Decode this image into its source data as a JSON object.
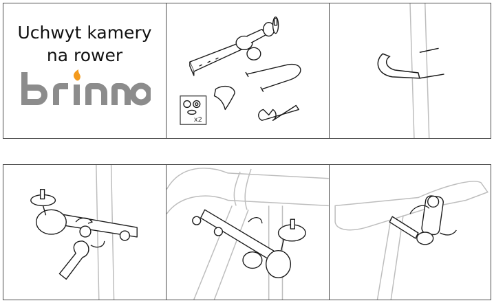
{
  "title": {
    "line1": "Uchwyt kamery",
    "line2": "na rower"
  },
  "brand": {
    "logo_text": "brinno",
    "logo_gray": "#8c8c8c",
    "logo_accent": "#f39a1d"
  },
  "parts": {
    "washer_quantity": "x2"
  },
  "colors": {
    "line": "#1a1a1a",
    "frame": "#4a4a4a",
    "pole": "#bdbdbd"
  }
}
